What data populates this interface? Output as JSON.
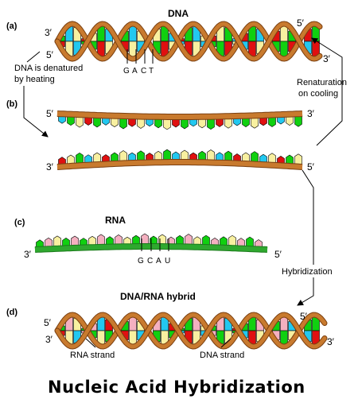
{
  "colors": {
    "backbone": "#c87a2e",
    "backbone_dark": "#7a3f10",
    "rna_backbone": "#2fa82f",
    "green": "#10d010",
    "cyan": "#22c8f0",
    "yellow": "#f8f0a0",
    "red": "#e01010",
    "pink": "#f4b0c0"
  },
  "panels": {
    "a": {
      "letter": "(a)",
      "title": "DNA",
      "end_left_top": "3′",
      "end_left_bottom": "5′",
      "end_right_top": "5′",
      "end_right_bottom": "3′",
      "bases": [
        "G",
        "A",
        "C",
        "T"
      ]
    },
    "b": {
      "letter": "(b)",
      "end_top_left": "5′",
      "end_top_right": "3′",
      "end_bottom_left": "3′",
      "end_bottom_right": "5′"
    },
    "c": {
      "letter": "(c)",
      "title": "RNA",
      "end_left": "3′",
      "end_right": "5′",
      "bases": [
        "G",
        "C",
        "A",
        "U"
      ]
    },
    "d": {
      "letter": "(d)",
      "title": "DNA/RNA hybrid",
      "end_left_top": "5′",
      "end_left_bottom": "3′",
      "end_right_top": "5′",
      "end_right_bottom": "3′",
      "rna_strand_label": "RNA strand",
      "dna_strand_label": "DNA strand"
    }
  },
  "processes": {
    "denature_line1": "DNA is denatured",
    "denature_line2": "by heating",
    "renature_line1": "Renaturation",
    "renature_line2": "on cooling",
    "hybridization": "Hybridization"
  },
  "title": "Nucleic Acid Hybridization"
}
